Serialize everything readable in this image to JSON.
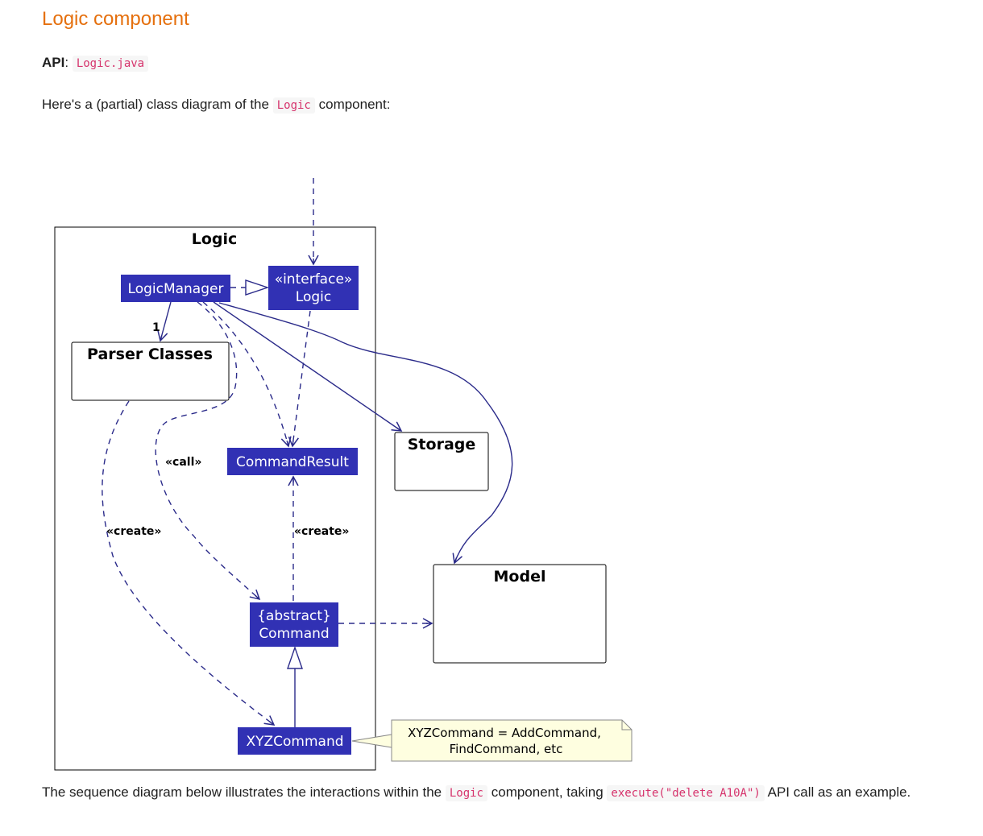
{
  "heading": "Logic component",
  "api_line": {
    "label": "API",
    "colon": ":",
    "code": "Logic.java"
  },
  "intro_line": {
    "before": "Here's a (partial) class diagram of the",
    "code": "Logic",
    "after": "component:"
  },
  "diagram": {
    "package_logic": "Logic",
    "logic_manager": "LogicManager",
    "logic_interface_stereotype": "«interface»",
    "logic_interface_name": "Logic",
    "parser_classes": "Parser Classes",
    "command_result": "CommandResult",
    "command_stereotype": "{abstract}",
    "command_name": "Command",
    "xyz_command": "XYZCommand",
    "storage": "Storage",
    "model": "Model",
    "multiplicity_one": "1",
    "label_call": "«call»",
    "label_create_left": "«create»",
    "label_create_right": "«create»",
    "note_line1": "XYZCommand = AddCommand,",
    "note_line2": "FindCommand, etc",
    "class_fill": "#3131b4",
    "line_color": "#2b2b8a",
    "note_fill": "#fefee0"
  },
  "bottom_line": {
    "before": "The sequence diagram below illustrates the interactions within the",
    "code1": "Logic",
    "middle": "component, taking",
    "code2": "execute(\"delete A10A\")",
    "after": "API call as an example."
  }
}
